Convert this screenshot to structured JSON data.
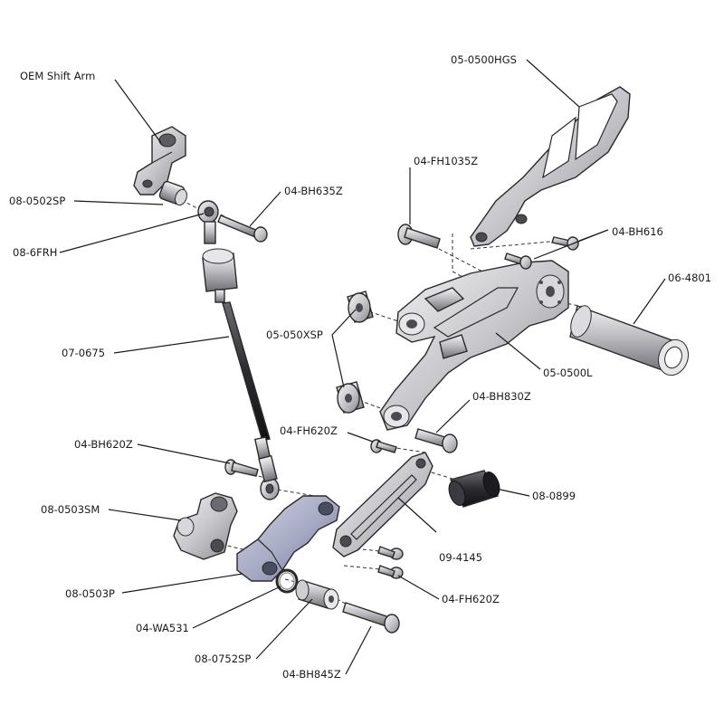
{
  "labels": {
    "oem_shift_arm": "OEM Shift Arm",
    "p_05_0500hgs": "05-0500HGS",
    "p_04_fh1035z": "04-FH1035Z",
    "p_08_0502sp": "08-0502SP",
    "p_04_bh635z": "04-BH635Z",
    "p_08_6frh": "08-6FRH",
    "p_04_bh616": "04-BH616",
    "p_06_4801": "06-4801",
    "p_05_050xsp": "05-050XSP",
    "p_07_0675": "07-0675",
    "p_05_0500l": "05-0500L",
    "p_04_bh830z": "04-BH830Z",
    "p_04_fh620z_a": "04-FH620Z",
    "p_04_bh620z": "04-BH620Z",
    "p_08_0899": "08-0899",
    "p_08_0503sm": "08-0503SM",
    "p_09_4145": "09-4145",
    "p_08_0503p": "08-0503P",
    "p_04_fh620z_b": "04-FH620Z",
    "p_04_wa531": "04-WA531",
    "p_08_0752sp": "08-0752SP",
    "p_04_bh845z": "04-BH845Z"
  },
  "colors": {
    "metal_light": "#e4e4e6",
    "metal_mid": "#b9b9bd",
    "metal_dark": "#7d7d82",
    "blue_metal": "#a9adc6",
    "line": "#1a1a1a"
  }
}
